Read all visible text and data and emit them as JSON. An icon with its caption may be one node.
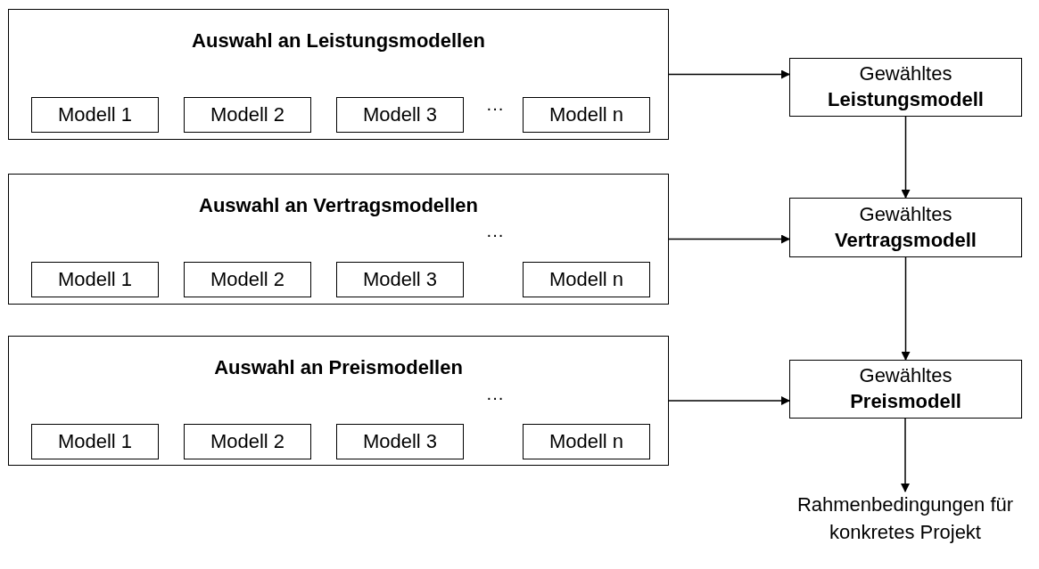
{
  "diagram": {
    "nodes": [
      {
        "text": [
          "Auswahl an Leistungsmodellen"
        ]
      },
      {
        "text": [
          "Modell 1"
        ],
        "in": 0
      },
      {
        "text": [
          "Modell 2"
        ],
        "in": 0
      },
      {
        "text": [
          "Modell 3"
        ],
        "in": 0
      },
      {
        "text": [
          "Modell n"
        ],
        "in": 0
      },
      {
        "text": [
          "Auswahl an Vertragsmodellen"
        ]
      },
      {
        "text": [
          "Modell 1"
        ],
        "in": 5
      },
      {
        "text": [
          "Modell 2"
        ],
        "in": 5
      },
      {
        "text": [
          "Modell 3"
        ],
        "in": 5
      },
      {
        "text": [
          "Modell n"
        ],
        "in": 5
      },
      {
        "text": [
          "Auswahl an Preismodellen"
        ]
      },
      {
        "text": [
          "Modell 1"
        ],
        "in": 10
      },
      {
        "text": [
          "Modell 2"
        ],
        "in": 10
      },
      {
        "text": [
          "Modell 3"
        ],
        "in": 10
      },
      {
        "text": [
          "Modell n"
        ],
        "in": 10
      },
      {
        "text": [
          "Gewähltes",
          "Leistungsmodell"
        ]
      },
      {
        "text": [
          "Gewähltes",
          "Vertragsmodell"
        ]
      },
      {
        "text": [
          "Gewähltes",
          "Preismodell"
        ]
      },
      {
        "text": [
          "Rahmenbedingungen für konkretes Projekt"
        ]
      }
    ],
    "edges": [
      {
        "from": 0,
        "to": 15,
        "arrow": "to"
      },
      {
        "from": 5,
        "to": 16,
        "arrow": "to"
      },
      {
        "from": 10,
        "to": 17,
        "arrow": "to"
      },
      {
        "from": 15,
        "to": 16,
        "arrow": "to"
      },
      {
        "from": 16,
        "to": 17,
        "arrow": "to"
      },
      {
        "from": 17,
        "to": 18,
        "arrow": "to"
      }
    ],
    "labels": [
      "···",
      "···",
      "···"
    ]
  }
}
